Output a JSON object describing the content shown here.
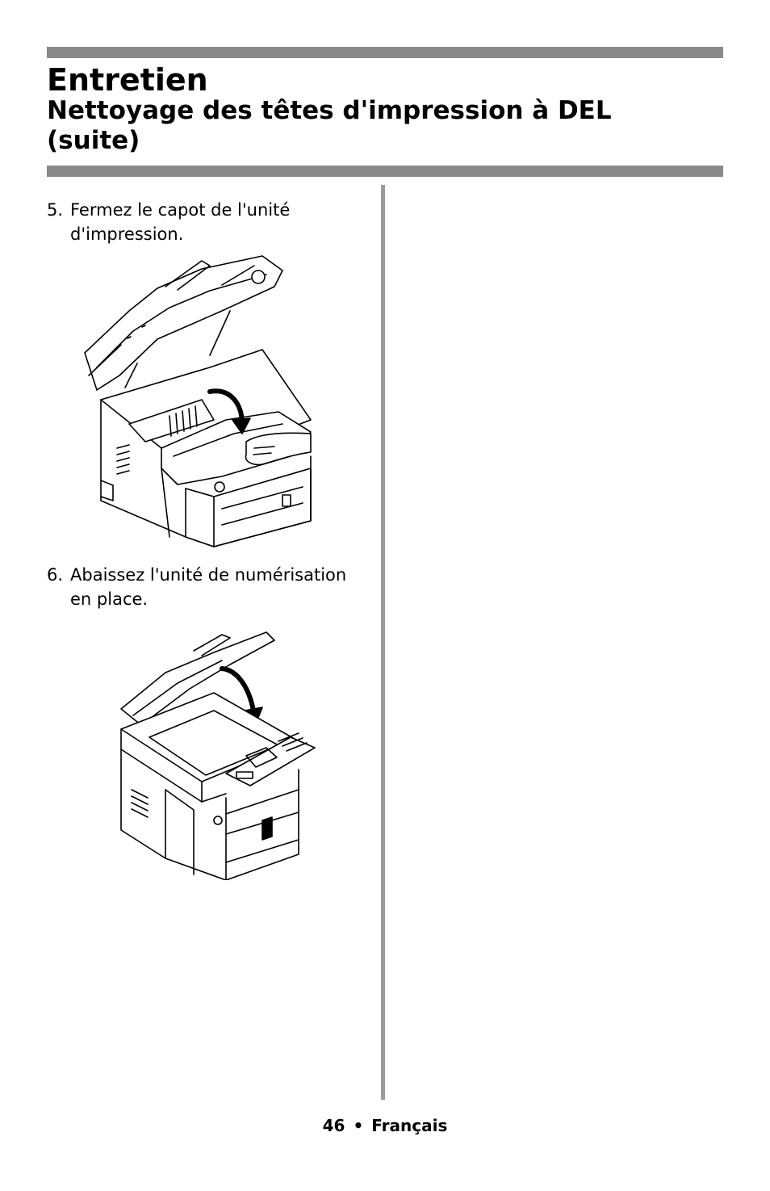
{
  "header": {
    "title": "Entretien",
    "subtitle": "Nettoyage des têtes d'impression à DEL (suite)"
  },
  "steps": [
    {
      "number": "5.",
      "text": "Fermez le capot de l'unité d'impression."
    },
    {
      "number": "6.",
      "text": "Abaissez l'unité de numérisation en place."
    }
  ],
  "figures": [
    {
      "icon": "printer-close-print-unit-cover-illustration"
    },
    {
      "icon": "printer-lower-scanner-unit-illustration"
    }
  ],
  "footer": {
    "page_number": "46",
    "separator": "•",
    "language": "Français"
  },
  "colors": {
    "rule": "#8a8a8a",
    "divider": "#9a9a9a"
  }
}
